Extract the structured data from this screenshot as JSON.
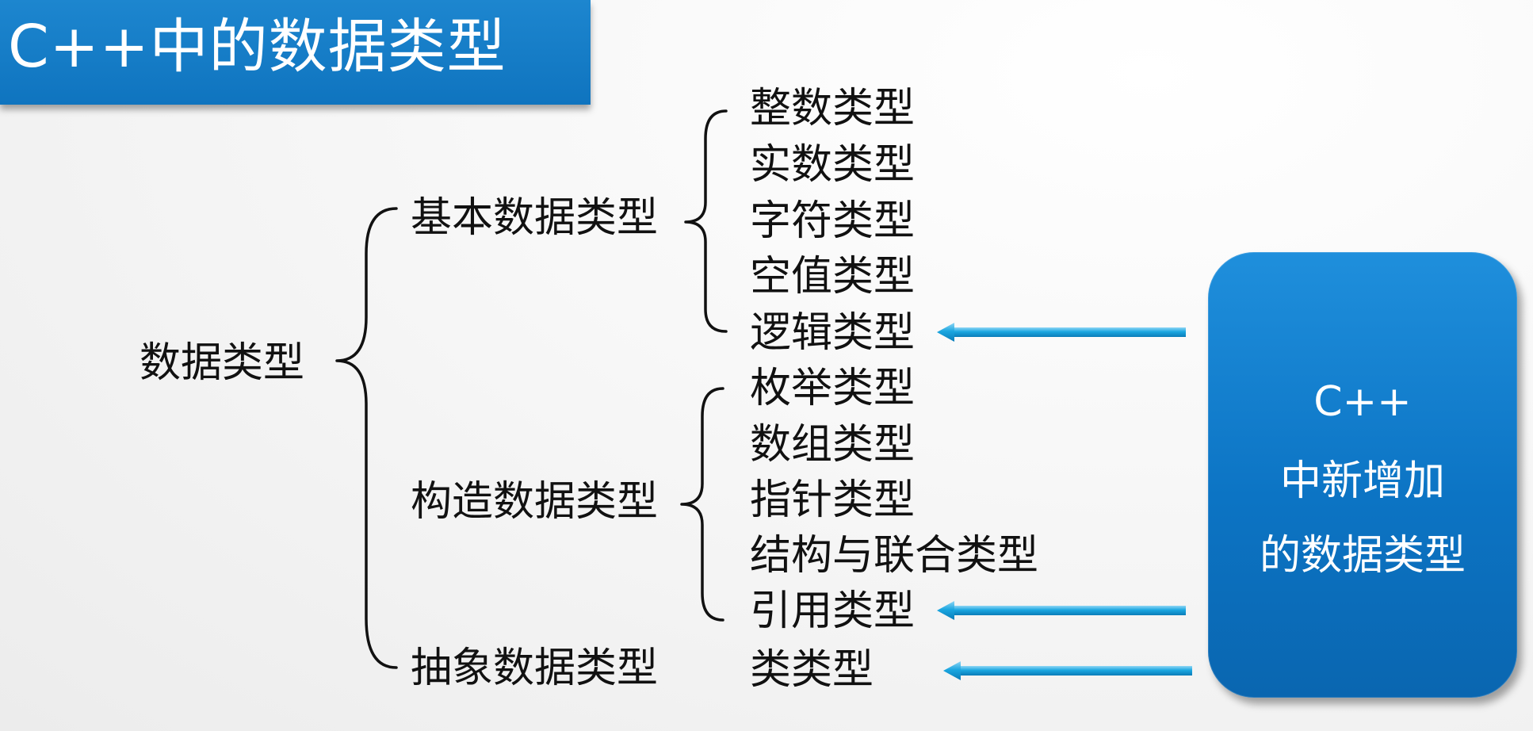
{
  "title": "C++中的数据类型",
  "root": "数据类型",
  "categories": {
    "basic": "基本数据类型",
    "constructed": "构造数据类型",
    "abstract": "抽象数据类型"
  },
  "leaves": {
    "integer": "整数类型",
    "real": "实数类型",
    "char": "字符类型",
    "void": "空值类型",
    "bool": "逻辑类型",
    "enum": "枚举类型",
    "array": "数组类型",
    "pointer": "指针类型",
    "struct_union": "结构与联合类型",
    "reference": "引用类型",
    "class": "类类型"
  },
  "callout": {
    "line1": "C++",
    "line2": "中新增加",
    "line3": "的数据类型"
  },
  "colors": {
    "accent": "#0f74bf",
    "arrow": "#1aa6e0"
  }
}
